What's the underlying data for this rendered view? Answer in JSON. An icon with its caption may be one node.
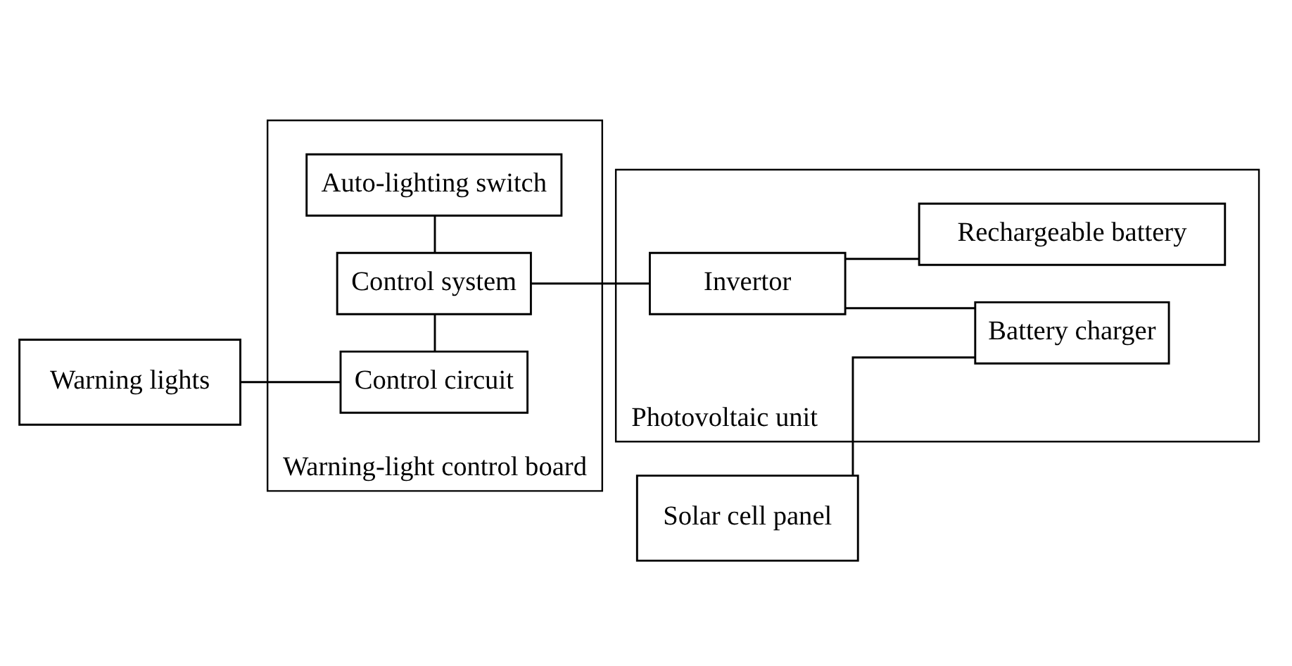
{
  "diagram": {
    "nodes": [
      {
        "text": [
          "Warning lights"
        ]
      },
      {
        "text": [
          "Warning-light control board"
        ]
      },
      {
        "text": [
          "Auto-lighting switch"
        ],
        "in": 1
      },
      {
        "text": [
          "Control system"
        ],
        "in": 1
      },
      {
        "text": [
          "Control circuit"
        ],
        "in": 1
      },
      {
        "text": [
          "Solar cell panel"
        ]
      },
      {
        "text": [
          "Photovoltaic unit"
        ]
      },
      {
        "text": [
          "Invertor"
        ],
        "in": 6
      },
      {
        "text": [
          "Battery charger"
        ],
        "in": 6
      },
      {
        "text": [
          "Rechargeable battery"
        ],
        "in": 6
      }
    ],
    "edges": [
      {
        "from": 0,
        "to": 4,
        "arrow": "none"
      },
      {
        "from": 2,
        "to": 3,
        "arrow": "none"
      },
      {
        "from": 3,
        "to": 4,
        "arrow": "none"
      },
      {
        "from": 3,
        "to": 7,
        "arrow": "none"
      },
      {
        "from": 5,
        "to": 8,
        "arrow": "none"
      },
      {
        "from": 7,
        "to": 8,
        "arrow": "none"
      },
      {
        "from": 7,
        "to": 9,
        "arrow": "none"
      }
    ]
  }
}
